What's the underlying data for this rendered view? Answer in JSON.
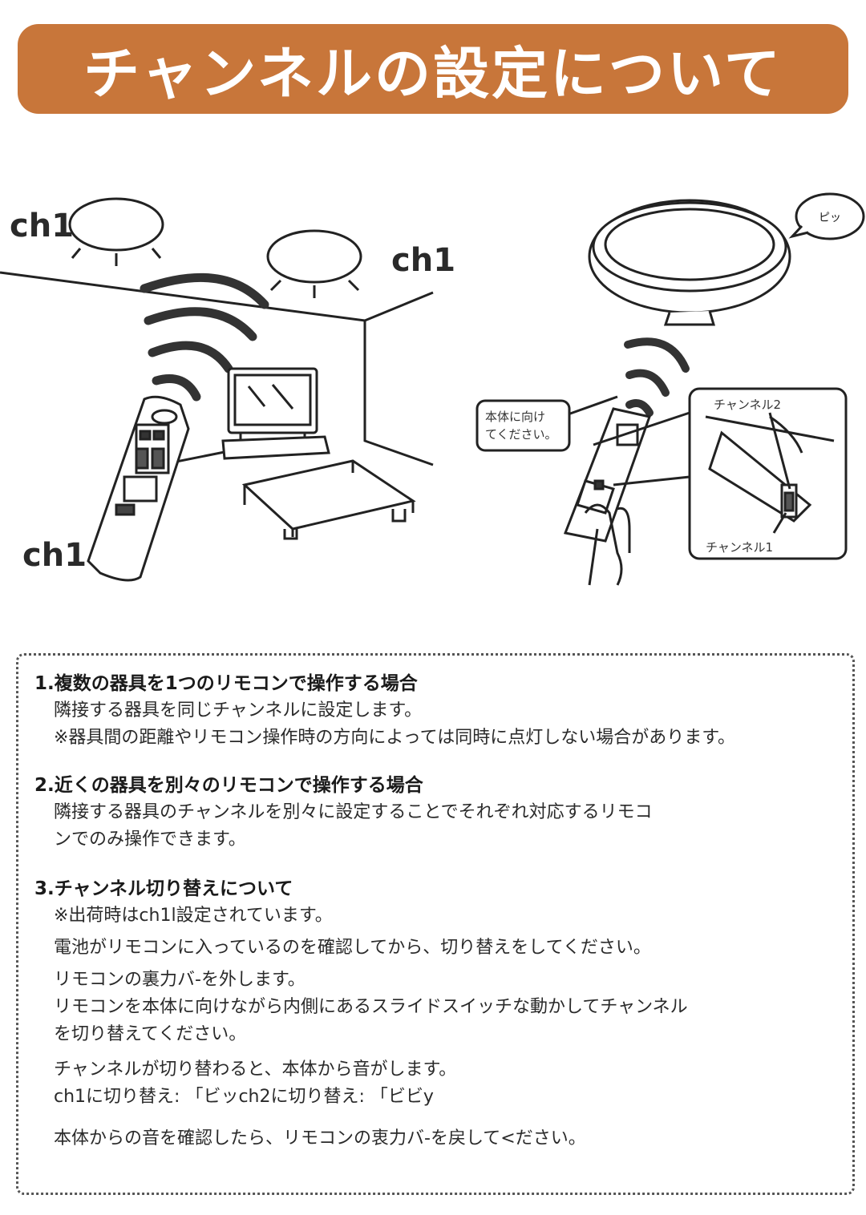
{
  "header": {
    "title": "チャンネルの設定について"
  },
  "illustration": {
    "left_labels": [
      "ch1",
      "ch1",
      "ch1"
    ],
    "sound_bubble": "ピッ",
    "callout_lines": [
      "本体に向け",
      "てください。"
    ],
    "switch_label_top": "チャンネル2",
    "switch_label_bottom": "チャンネル1"
  },
  "notes": {
    "section1": {
      "heading": "1.複数の器具を1つのリモコンで操作する場合",
      "lines": [
        "隣接する器具を同じチャンネルに設定します。",
        "※器具間の距離やリモコン操作時の方向によっては同時に点灯しない場合があります。"
      ]
    },
    "section2": {
      "heading": "2.近くの器具を別々のリモコンで操作する場合",
      "lines": [
        "隣接する器具のチャンネルを別々に設定することでそれぞれ対応するリモコ",
        "ンでのみ操作できます。"
      ]
    },
    "section3": {
      "heading": "3.チャンネル切り替えについて",
      "lines": [
        "※出荷時はch1l設定されています。",
        "電池がリモコンに入っているのを確認してから、切り替えをしてください。",
        "リモコンの裏力バ-を外します。",
        "リモコンを本体に向けながら内側にあるスライドスイッチな動かしてチャンネル",
        "を切り替えてください。",
        "チャンネルが切り替わると、本体から音がします。",
        "ch1に切り替え: 「ビッch2に切り替え: 「ビビy",
        "本体からの音を確認したら、リモコンの衷力バ-を戻して<ださい。"
      ]
    }
  }
}
